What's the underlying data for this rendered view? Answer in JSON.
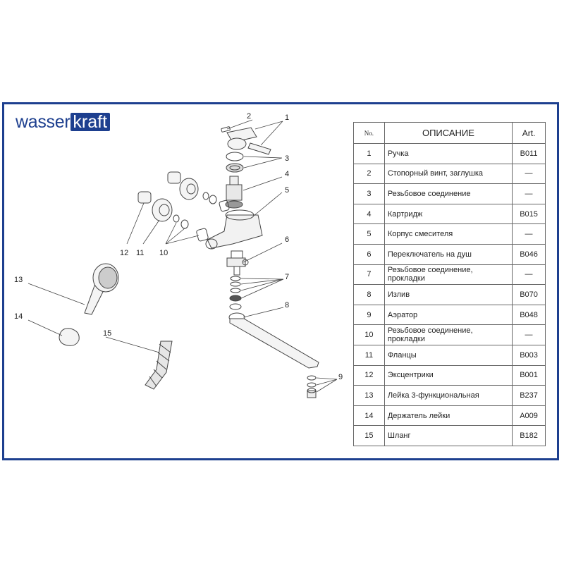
{
  "brand": {
    "part1": "wasser",
    "part2": "kraft"
  },
  "colors": {
    "frame": "#1d3f8f",
    "line": "#444444"
  },
  "callouts": [
    "1",
    "2",
    "3",
    "4",
    "5",
    "6",
    "7",
    "8",
    "9",
    "10",
    "11",
    "12",
    "13",
    "14",
    "15"
  ],
  "table": {
    "headers": {
      "no": "No.",
      "description": "ОПИСАНИЕ",
      "art": "Art."
    },
    "rows": [
      {
        "no": "1",
        "description": "Ручка",
        "art": "B011"
      },
      {
        "no": "2",
        "description": "Стопорный винт, заглушка",
        "art": "—"
      },
      {
        "no": "3",
        "description": "Резьбовое соединение",
        "art": "—"
      },
      {
        "no": "4",
        "description": "Картридж",
        "art": "B015"
      },
      {
        "no": "5",
        "description": "Корпус смесителя",
        "art": "—"
      },
      {
        "no": "6",
        "description": "Переключатель на душ",
        "art": "B046"
      },
      {
        "no": "7",
        "description": "Резьбовое соединение, прокладки",
        "art": "—"
      },
      {
        "no": "8",
        "description": "Излив",
        "art": "B070"
      },
      {
        "no": "9",
        "description": "Аэратор",
        "art": "B048"
      },
      {
        "no": "10",
        "description": "Резьбовое соединение, прокладки",
        "art": "—"
      },
      {
        "no": "11",
        "description": "Фланцы",
        "art": "B003"
      },
      {
        "no": "12",
        "description": "Эксцентрики",
        "art": "B001"
      },
      {
        "no": "13",
        "description": "Лейка 3-функциональная",
        "art": "B237"
      },
      {
        "no": "14",
        "description": "Держатель лейки",
        "art": "A009"
      },
      {
        "no": "15",
        "description": "Шланг",
        "art": "B182"
      }
    ]
  }
}
